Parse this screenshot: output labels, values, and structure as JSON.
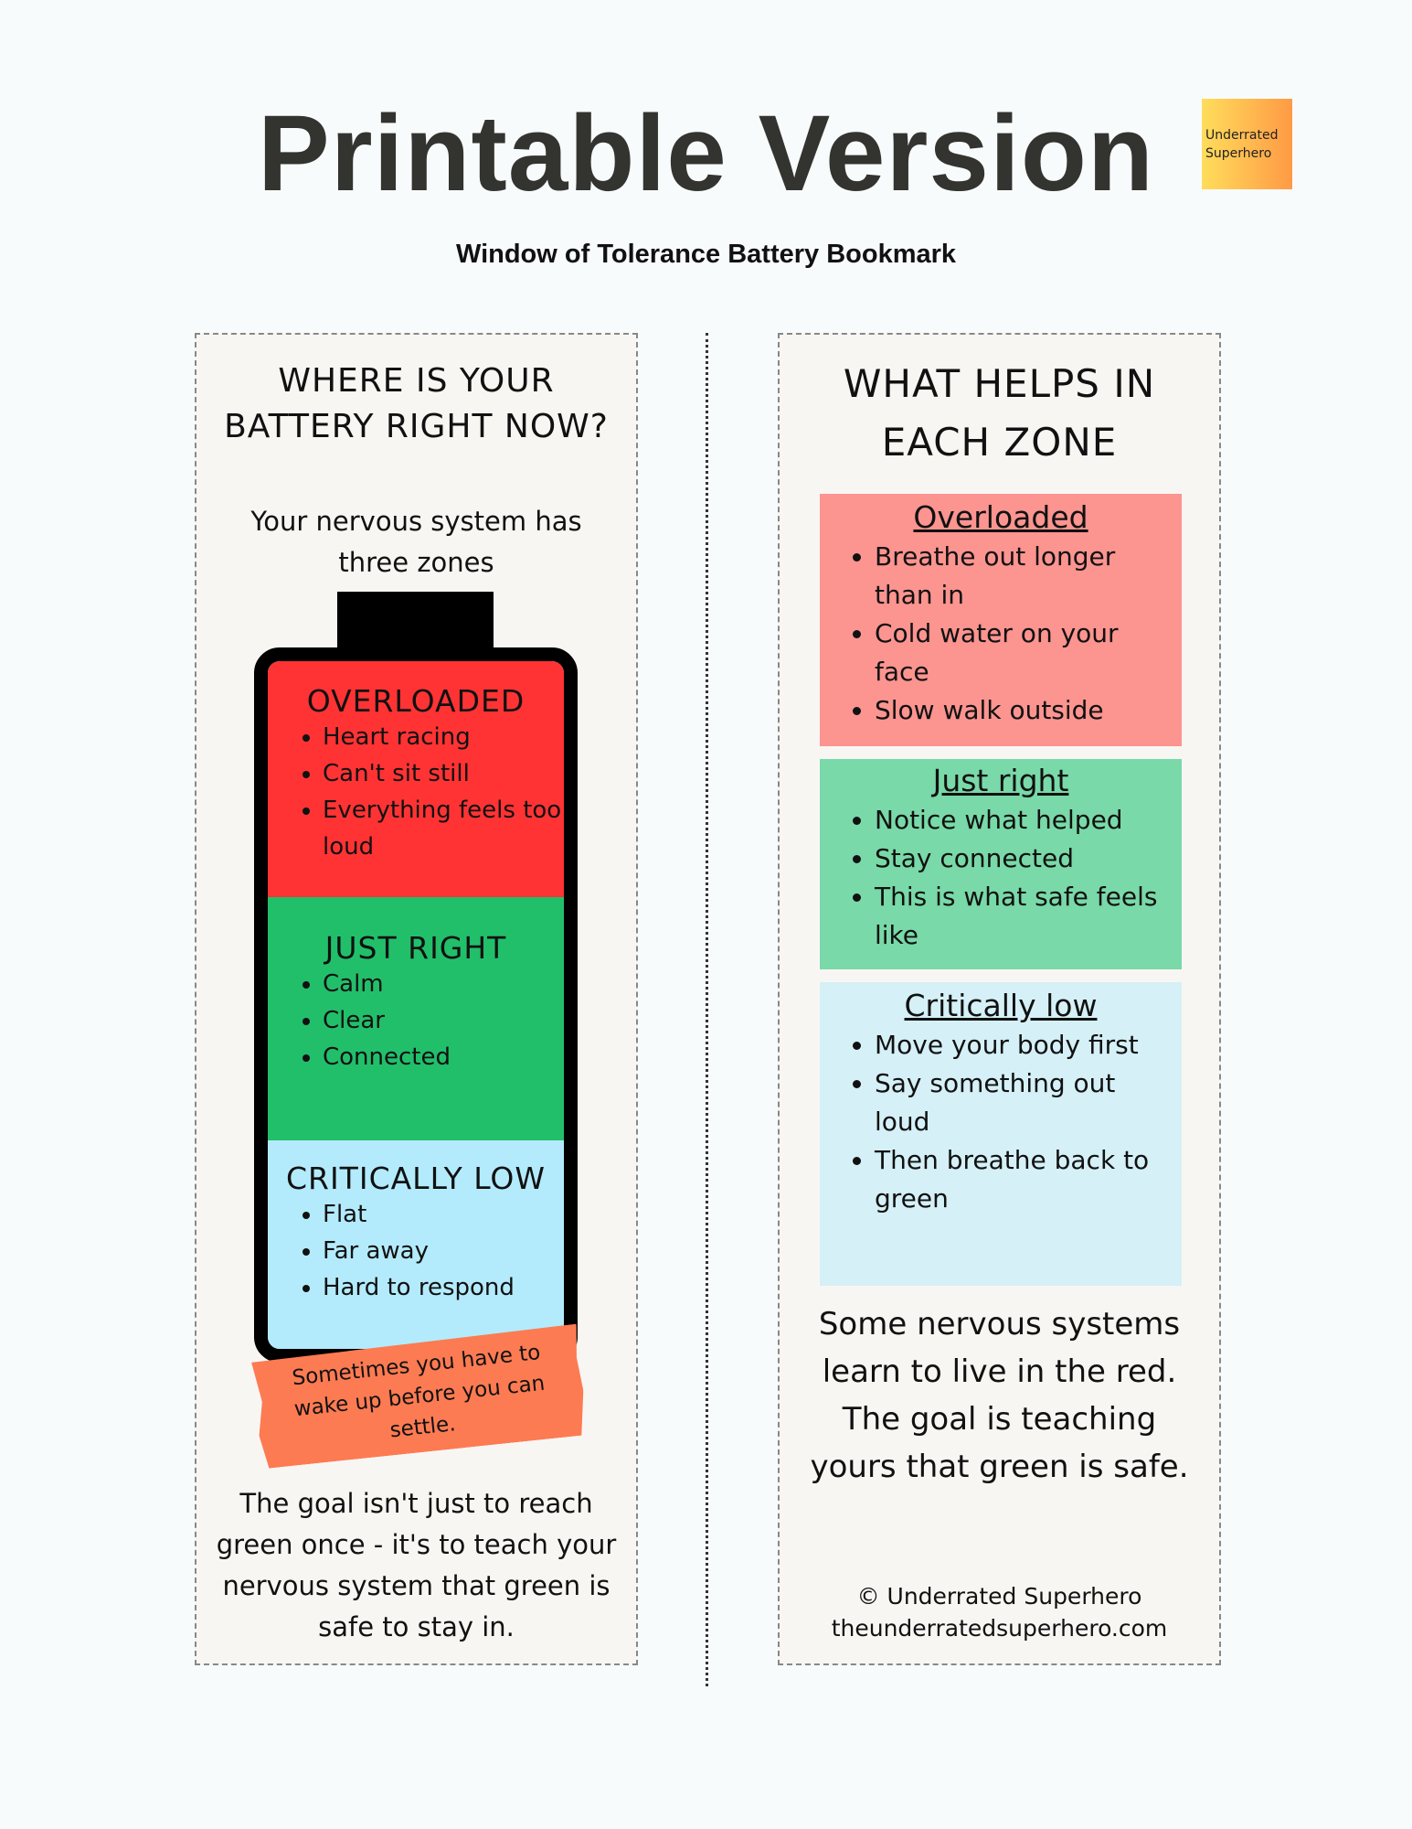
{
  "header": {
    "title": "Printable Version",
    "subtitle": "Window of Tolerance Battery Bookmark",
    "logo_text": [
      "Underrated",
      "Superhero"
    ]
  },
  "left_card": {
    "heading": "WHERE IS YOUR BATTERY RIGHT NOW?",
    "intro": "Your nervous system has three zones",
    "zones": [
      {
        "title": "OVERLOADED",
        "items": [
          "Heart racing",
          "Can't sit still",
          "Everything feels too loud"
        ],
        "color": "#ff3333"
      },
      {
        "title": "JUST RIGHT",
        "items": [
          "Calm",
          "Clear",
          "Connected"
        ],
        "color": "#22bf6a"
      },
      {
        "title": "CRITICALLY LOW",
        "items": [
          "Flat",
          "Far away",
          "Hard to respond"
        ],
        "color": "#b3ebfd"
      }
    ],
    "tape_note": "Sometimes you have to wake up before you can settle.",
    "footer": "The goal isn't just to reach green once - it's to teach your nervous system that green is safe to stay in."
  },
  "right_card": {
    "heading": "WHAT HELPS IN EACH ZONE",
    "zones": [
      {
        "title": "Overloaded",
        "items": [
          "Breathe out longer than in",
          "Cold water on your face",
          "Slow walk outside"
        ],
        "color": "#fc9490"
      },
      {
        "title": "Just right",
        "items": [
          "Notice what helped",
          "Stay connected",
          "This is what safe feels like"
        ],
        "color": "#79d9a8"
      },
      {
        "title": "Critically low",
        "items": [
          "Move your body first",
          "Say something out loud",
          "Then breathe back to green"
        ],
        "color": "#d5f0f7"
      }
    ],
    "closing": "Some nervous systems learn to live in the red. The goal is teaching yours that green is safe.",
    "copyright": "© Underrated Superhero",
    "website": "theunderratedsuperhero.com"
  }
}
